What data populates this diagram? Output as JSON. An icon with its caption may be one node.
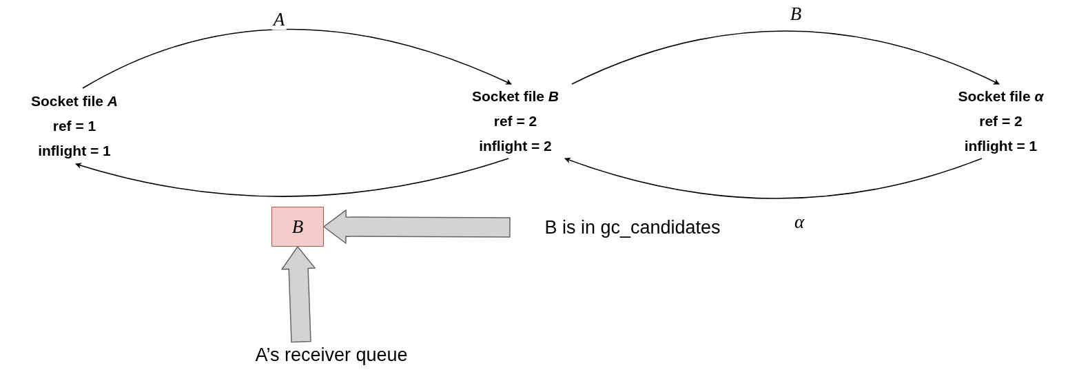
{
  "diagram": {
    "nodes": [
      {
        "text": [
          "Socket file *A*",
          "ref = 1",
          "inflight = 1"
        ]
      },
      {
        "text": [
          "Socket file *B*",
          "ref = 2",
          "inflight = 2"
        ]
      },
      {
        "text": [
          "Socket file *α*",
          "ref = 2",
          "inflight = 1"
        ]
      },
      {
        "text": [
          "B"
        ]
      },
      {
        "text": [
          "B is in gc_candidates"
        ]
      },
      {
        "text": [
          "A’s receiver queue"
        ]
      }
    ],
    "edges": [
      {
        "from": 0,
        "to": 1,
        "arrow": "to",
        "label": "A"
      },
      {
        "from": 1,
        "to": 0,
        "arrow": "to"
      },
      {
        "from": 1,
        "to": 2,
        "arrow": "to",
        "label": "B"
      },
      {
        "from": 2,
        "to": 1,
        "arrow": "to",
        "label": "α"
      },
      {
        "from": 4,
        "to": 3,
        "arrow": "to",
        "style": "thick",
        "color": "#d3d3d3"
      },
      {
        "from": 5,
        "to": 3,
        "arrow": "to",
        "style": "thick",
        "color": "#d3d3d3"
      }
    ]
  }
}
